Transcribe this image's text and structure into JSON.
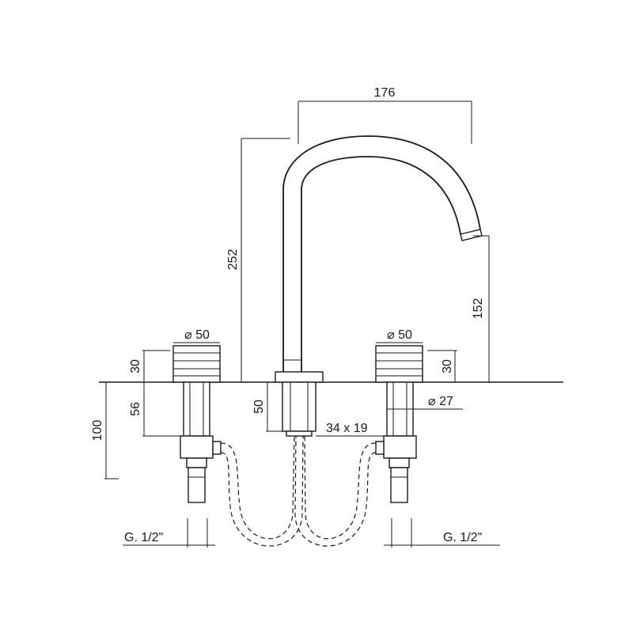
{
  "drawing": {
    "dimensions": {
      "spout_reach": "176",
      "total_height": "252",
      "outlet_height": "152",
      "handle_diameter_left": "⌀ 50",
      "handle_diameter_right": "⌀ 50",
      "handle_height_left": "30",
      "handle_height_right": "30",
      "shank_length_left": "56",
      "below_deck_left": "100",
      "center_shank_length": "50",
      "shank_diameter_right": "⌀ 27",
      "center_connection": "34 x 19",
      "thread_left": "G. 1/2\"",
      "thread_right": "G. 1/2\""
    }
  }
}
